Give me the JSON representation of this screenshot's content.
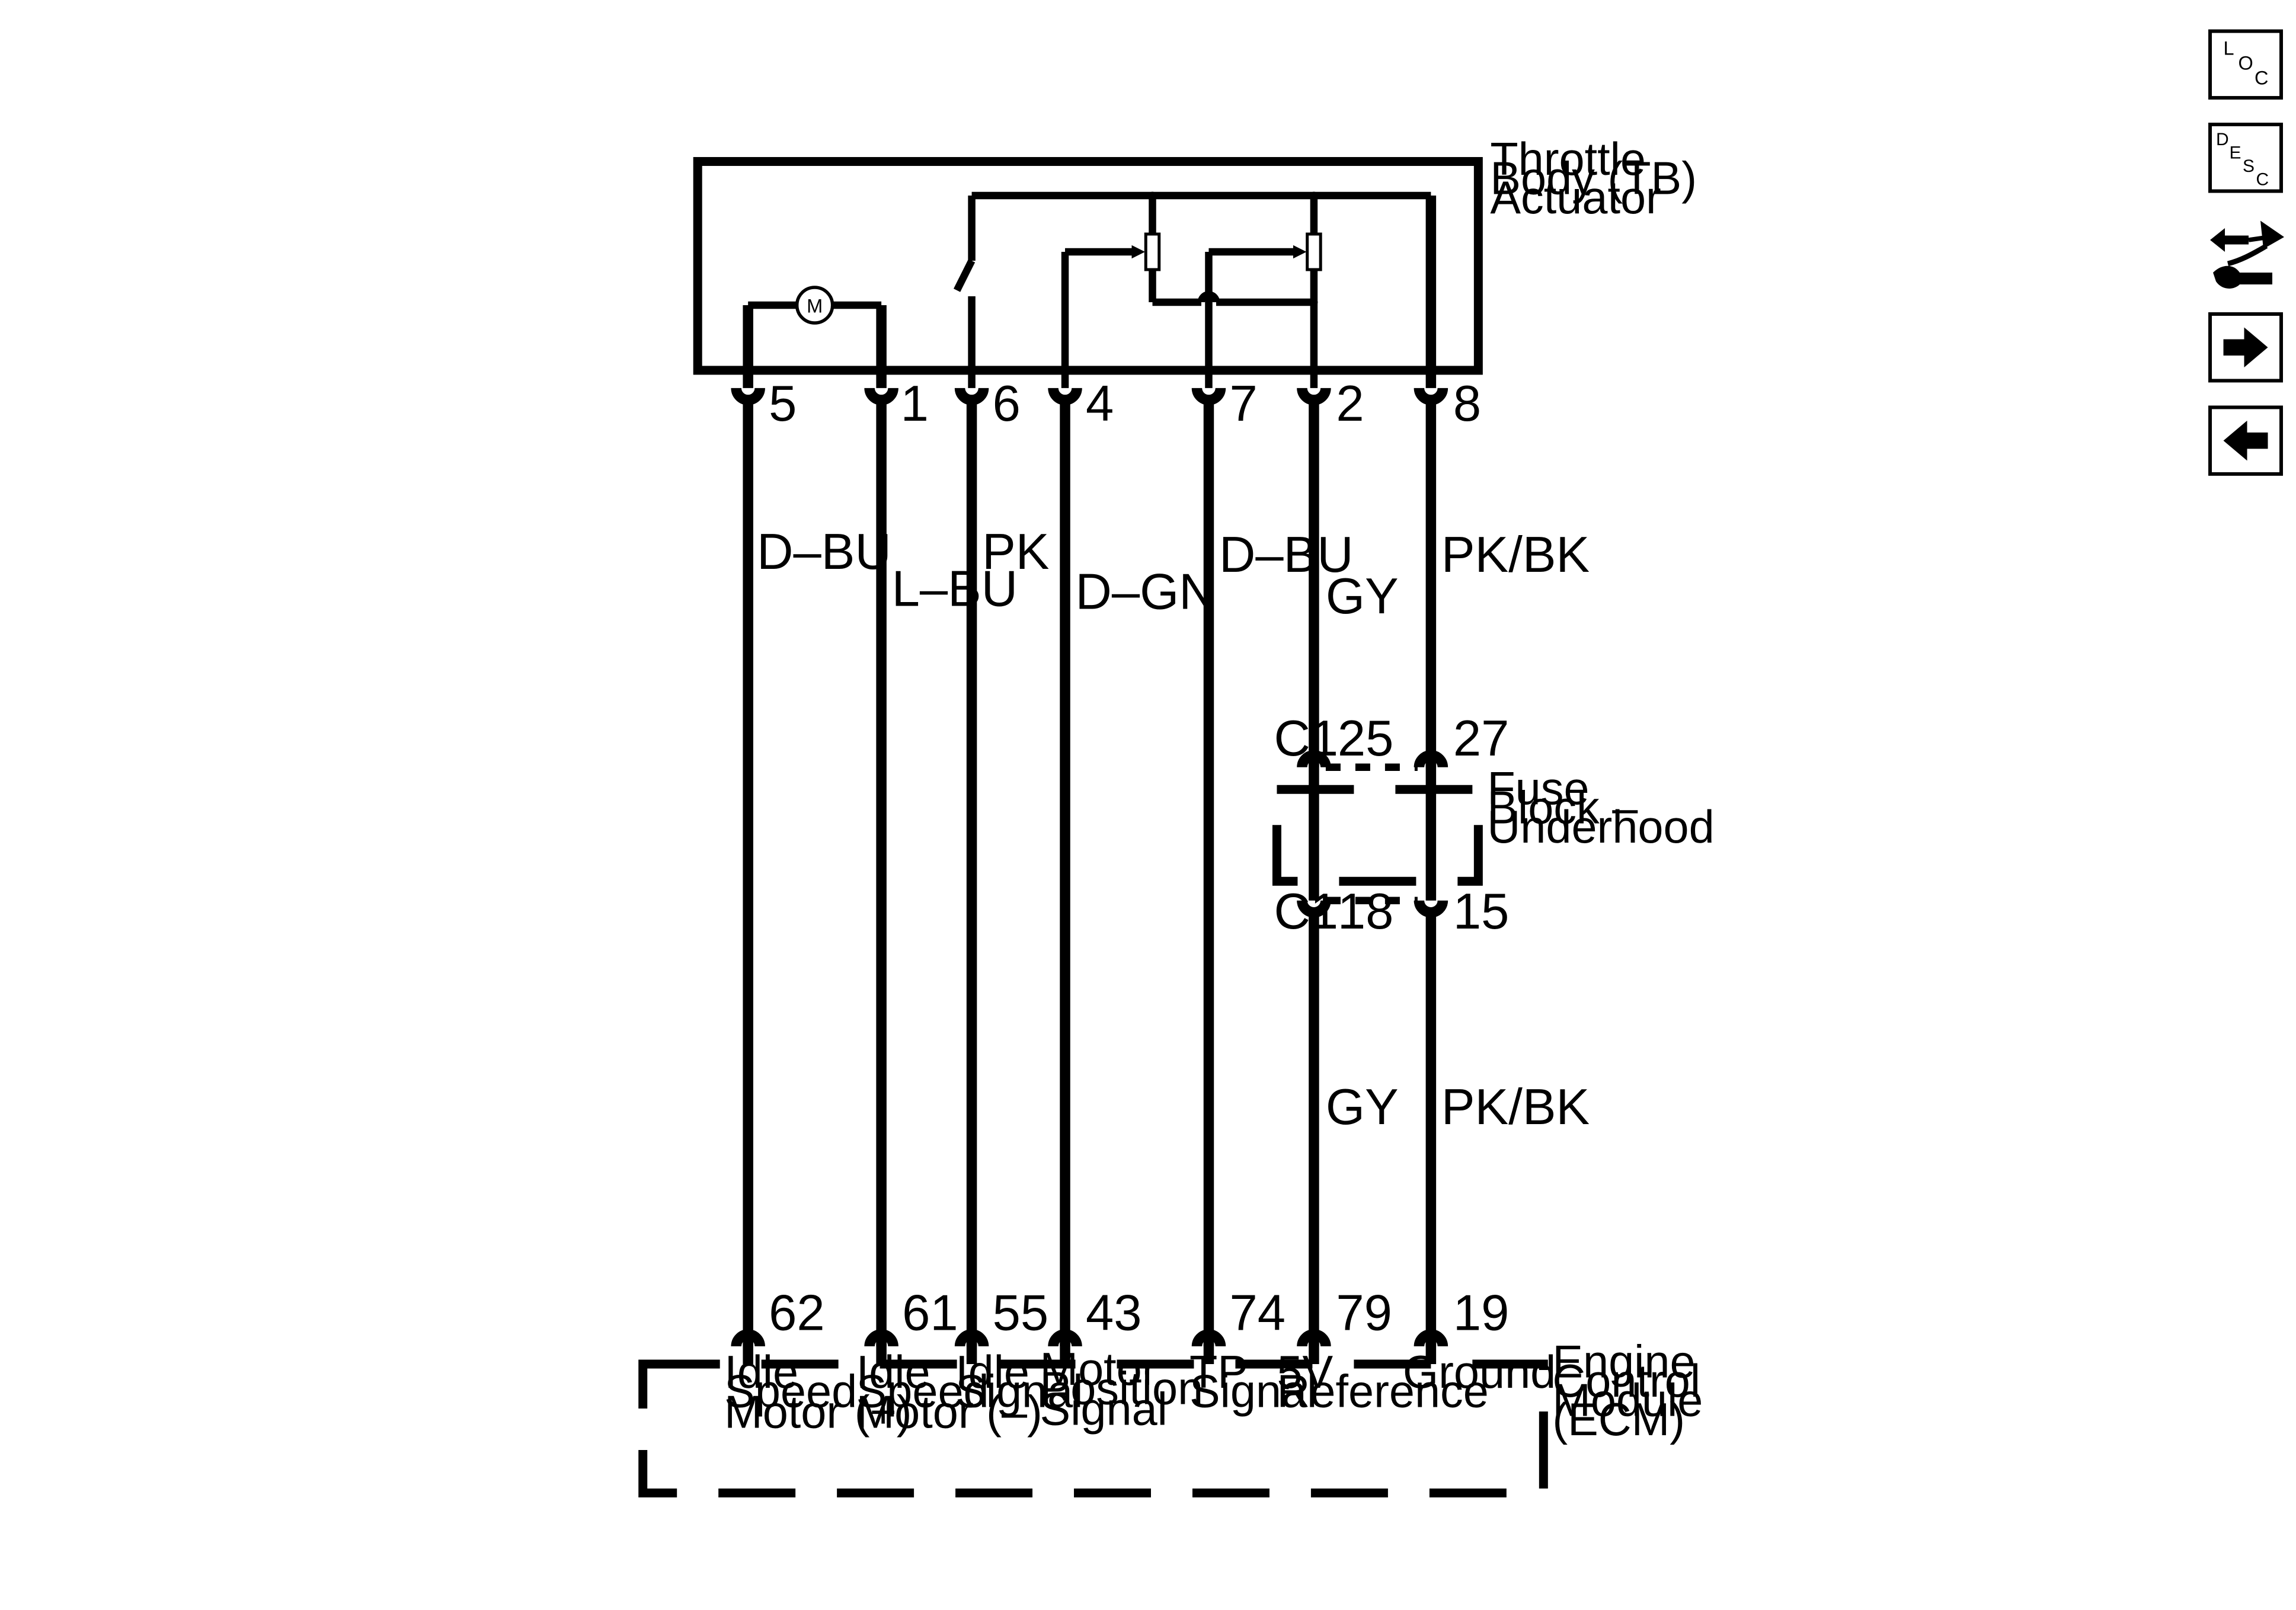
{
  "components": {
    "tb": [
      "Throttle",
      "Body (TB)",
      "Actuator"
    ],
    "fuse": [
      "Fuse",
      "Block –",
      "Underhood"
    ],
    "ecm": [
      "Engine",
      "Control",
      "Module",
      "(ECM)"
    ],
    "motor_symbol": "M"
  },
  "circuits": [
    {
      "id": "c62",
      "tb_pin": "5",
      "color": "D–BU",
      "ecm_pin": "62",
      "ecm_label": [
        "Idle",
        "Speed",
        "Motor (+)"
      ]
    },
    {
      "id": "c61",
      "tb_pin": "1",
      "color": "L–BU",
      "ecm_pin": "61",
      "ecm_label": [
        "Idle",
        "Speed",
        "Motor (–)"
      ]
    },
    {
      "id": "c55",
      "tb_pin": "6",
      "color": "PK",
      "ecm_pin": "55",
      "ecm_label": [
        "Idle",
        "Signal"
      ]
    },
    {
      "id": "c43",
      "tb_pin": "4",
      "color": "D–GN",
      "ecm_pin": "43",
      "ecm_label": [
        "Motor",
        "Position",
        "Signal"
      ]
    },
    {
      "id": "c74",
      "tb_pin": "7",
      "color": "D–BU",
      "ecm_pin": "74",
      "ecm_label": [
        "TP",
        "Signal"
      ]
    },
    {
      "id": "c79",
      "tb_pin": "2",
      "color": "GY",
      "color_lower": "GY",
      "fuse_top": "25",
      "fuse_bottom": "18",
      "fuse_connector": "C1",
      "ecm_pin": "79",
      "ecm_label": [
        "5V",
        "Reference"
      ]
    },
    {
      "id": "c19",
      "tb_pin": "8",
      "color": "PK/BK",
      "color_lower": "PK/BK",
      "fuse_top": "27",
      "fuse_bottom": "15",
      "ecm_pin": "19",
      "ecm_label": [
        "Ground"
      ]
    }
  ],
  "nav": {
    "loc": {
      "letters": [
        "L",
        "O",
        "C"
      ]
    },
    "desc": {
      "letters": [
        "D",
        "E",
        "S",
        "C"
      ]
    },
    "icons": [
      "connector-tool-icon",
      "arrow-right-icon",
      "arrow-left-icon"
    ]
  }
}
